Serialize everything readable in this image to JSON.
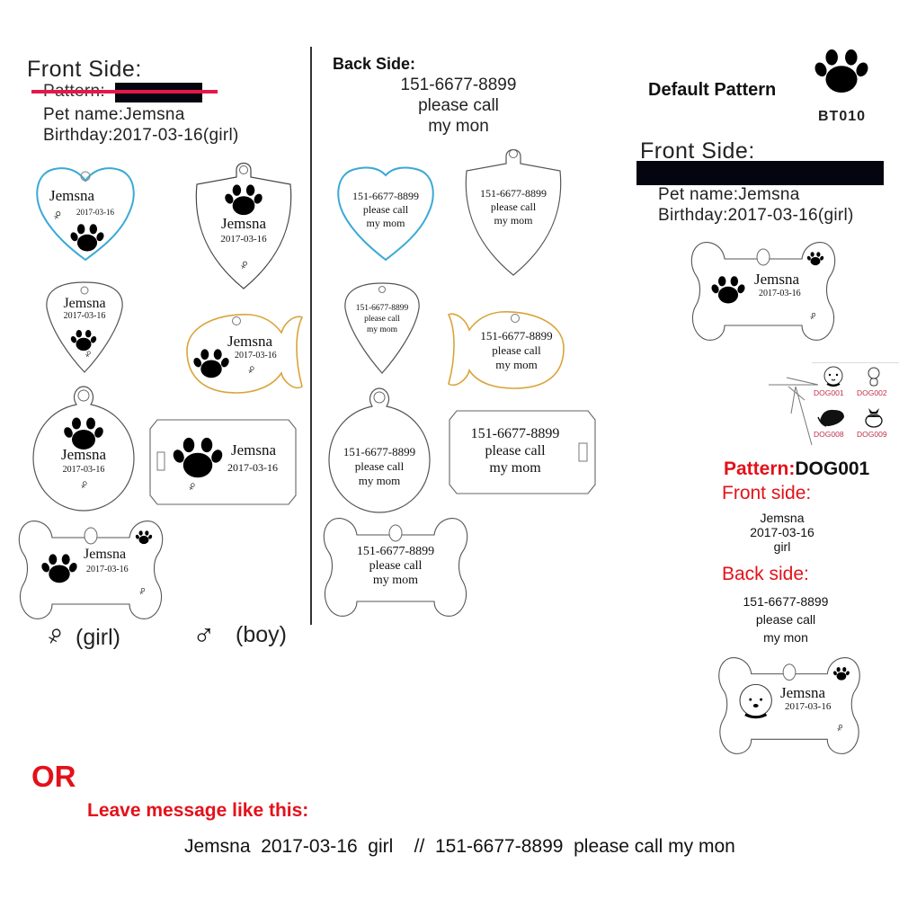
{
  "left_panel": {
    "heading": "Front Side:",
    "pattern_label": "Pattern:",
    "pet_name_line": "Pet name:Jemsna",
    "birthday_line": "Birthday:2017-03-16(girl)",
    "tags": {
      "name": "Jemsna",
      "date": "2017-03-16",
      "female_symbol": "♀"
    },
    "legend": {
      "girl_symbol": "♀",
      "girl_label": "(girl)",
      "boy_symbol": "♂",
      "boy_label": "(boy)"
    }
  },
  "middle_panel": {
    "heading": "Back Side:",
    "line1": "151-6677-8899",
    "line2": "please call",
    "line3": "my mon",
    "tags": {
      "phone": "151-6677-8899",
      "call": "please call",
      "mom": "my mom"
    }
  },
  "right_panel": {
    "default_pattern_label": "Default Pattern",
    "default_pattern_code": "BT010",
    "heading": "Front Side:",
    "pet_name_line": "Pet name:Jemsna",
    "birthday_line": "Birthday:2017-03-16(girl)",
    "tag": {
      "name": "Jemsna",
      "date": "2017-03-16",
      "female_symbol": "♀"
    },
    "pattern_thumbs": [
      {
        "code": "DOG001"
      },
      {
        "code": "DOG002"
      },
      {
        "code": "DOG008"
      },
      {
        "code": "DOG009"
      }
    ],
    "pattern_prefix": "Pattern:",
    "pattern_code": "DOG001",
    "front_side_label": "Front side:",
    "front_lines": [
      "Jemsna",
      "2017-03-16",
      "girl"
    ],
    "back_side_label": "Back side:",
    "back_lines": [
      "151-6677-8899",
      "please call",
      "my mon"
    ],
    "tag2": {
      "name": "Jemsna",
      "date": "2017-03-16",
      "female_symbol": "♀"
    }
  },
  "footer": {
    "or_label": "OR",
    "leave_message_label": "Leave message like this:",
    "example_message": "Jemsna  2017-03-16  girl    //  151-6677-8899  please call my mon"
  },
  "colors": {
    "accent_red": "#e3111a",
    "strike_pink": "#e6174a",
    "heart_blue": "#3aa9d6",
    "fish_gold": "#d9a43a",
    "thumb_label": "#c0304a"
  }
}
